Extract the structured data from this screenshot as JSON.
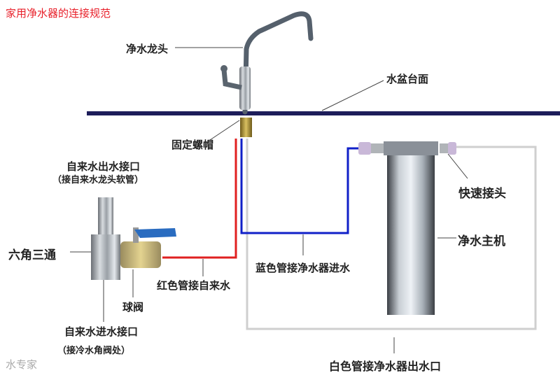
{
  "title": "家用净水器的连接规范",
  "watermark": "水专家",
  "labels": {
    "faucet": "净水龙头",
    "countertop": "水盆台面",
    "nut": "固定螺帽",
    "tap_outlet": "自来水出水接口",
    "tap_outlet_note": "（接自来水龙头软管）",
    "tee": "六角三通",
    "ball_valve": "球阀",
    "red_pipe": "红色管接自来水",
    "blue_pipe": "蓝色管接净水器进水",
    "quick_connector": "快速接头",
    "main_unit": "净水主机",
    "tap_inlet": "自来水进水接口",
    "tap_inlet_note": "（接冷水角阀处）",
    "white_pipe": "白色管接净水器出水口"
  },
  "colors": {
    "title": "#e8202a",
    "countertop": "#1d1d5a",
    "red_pipe": "#e02020",
    "blue_pipe": "#1020c8",
    "white_pipe": "#d0d0d0"
  }
}
